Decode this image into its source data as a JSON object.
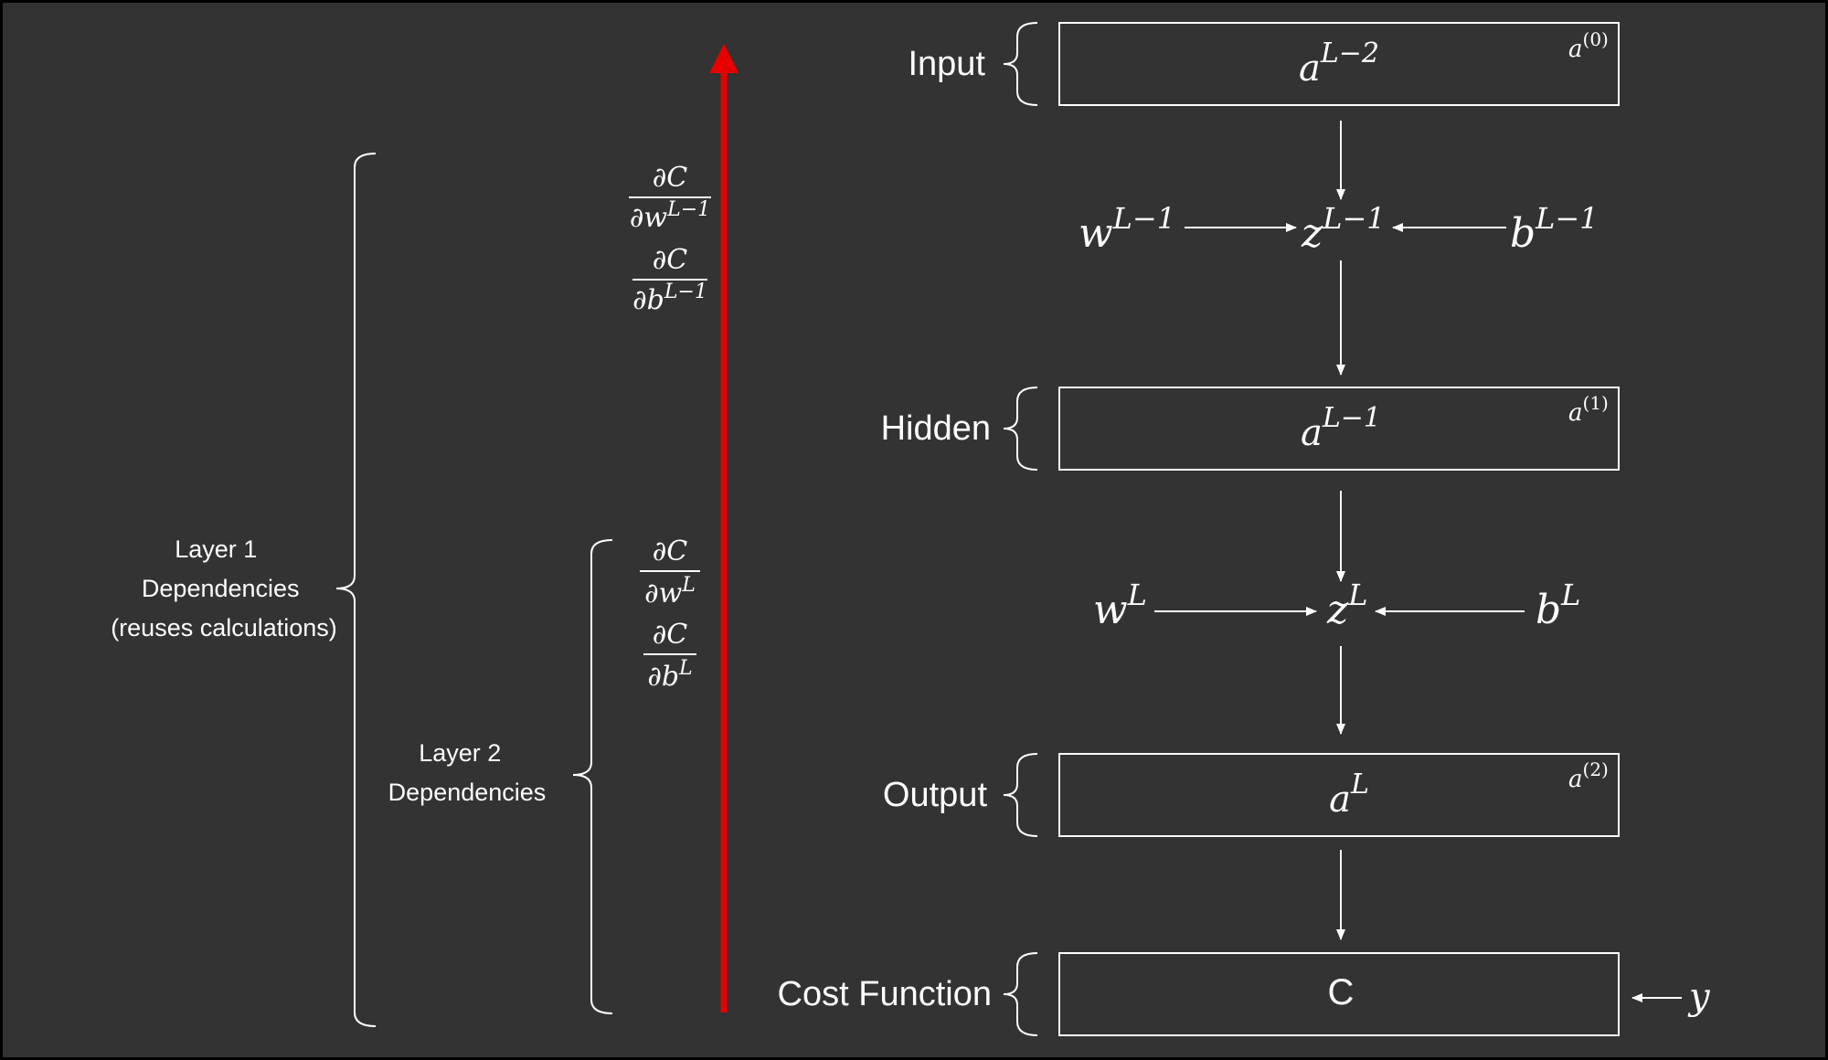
{
  "labels": {
    "input": "Input",
    "hidden": "Hidden",
    "output": "Output",
    "cost": "Cost Function"
  },
  "boxes": {
    "input": {
      "main": "a",
      "sup": "L−2",
      "corner": "a",
      "corner_sup": "(0)"
    },
    "hidden": {
      "main": "a",
      "sup": "L−1",
      "corner": "a",
      "corner_sup": "(1)"
    },
    "output": {
      "main": "a",
      "sup": "L",
      "corner": "a",
      "corner_sup": "(2)"
    },
    "cost": {
      "main": "C"
    }
  },
  "nodes": {
    "w1": {
      "base": "w",
      "sup": "L−1"
    },
    "z1": {
      "base": "z",
      "sup": "L−1"
    },
    "b1": {
      "base": "b",
      "sup": "L−1"
    },
    "w2": {
      "base": "w",
      "sup": "L"
    },
    "z2": {
      "base": "z",
      "sup": "L"
    },
    "b2": {
      "base": "b",
      "sup": "L"
    },
    "y": {
      "base": "y"
    }
  },
  "gradients": {
    "g1_w": {
      "num": "∂C",
      "den": "∂w",
      "den_sup": "L−1"
    },
    "g1_b": {
      "num": "∂C",
      "den": "∂b",
      "den_sup": "L−1"
    },
    "g2_w": {
      "num": "∂C",
      "den": "∂w",
      "den_sup": "L"
    },
    "g2_b": {
      "num": "∂C",
      "den": "∂b",
      "den_sup": "L"
    }
  },
  "dependencies": {
    "layer1": [
      "Layer 1",
      "Dependencies",
      "(reuses calculations)"
    ],
    "layer2": [
      "Layer 2",
      "Dependencies"
    ]
  },
  "colors": {
    "background": "#333333",
    "foreground": "#ffffff",
    "backprop_arrow": "#e60000"
  }
}
